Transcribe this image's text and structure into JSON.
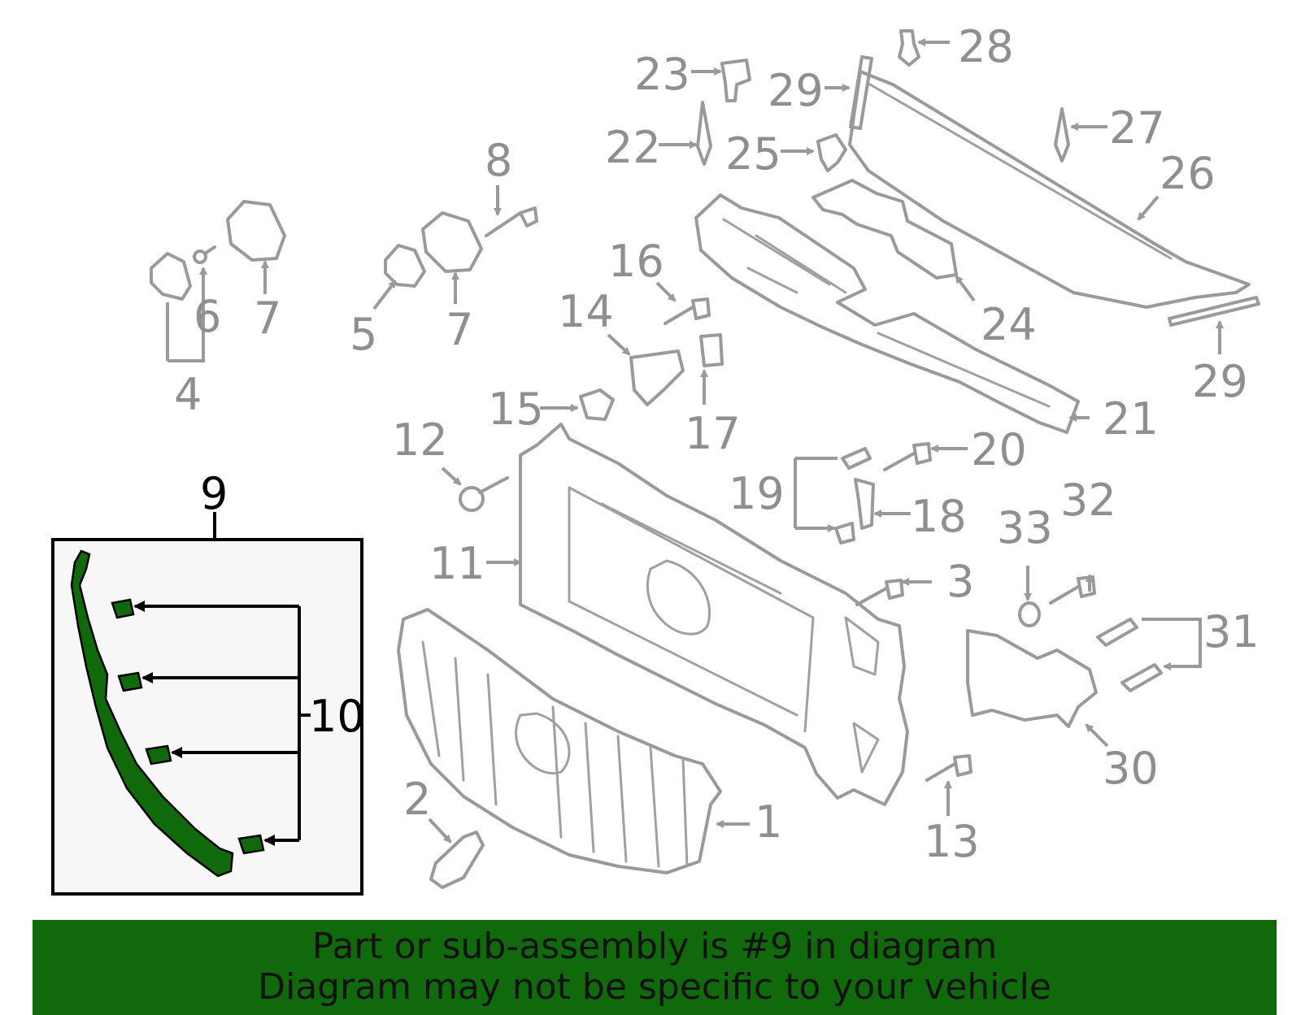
{
  "highlight_color": "#106a0b",
  "callouts": {
    "c1": "1",
    "c2": "2",
    "c3": "3",
    "c4": "4",
    "c5": "5",
    "c6": "6",
    "c7a": "7",
    "c7b": "7",
    "c8": "8",
    "c9": "9",
    "c10": "10",
    "c11": "11",
    "c12": "12",
    "c13": "13",
    "c14": "14",
    "c15": "15",
    "c16": "16",
    "c17": "17",
    "c18": "18",
    "c19": "19",
    "c20": "20",
    "c21": "21",
    "c22": "22",
    "c23": "23",
    "c24": "24",
    "c25": "25",
    "c26": "26",
    "c27": "27",
    "c28": "28",
    "c29a": "29",
    "c29b": "29",
    "c30": "30",
    "c31": "31",
    "c32": "32",
    "c33": "33"
  },
  "banner": {
    "line1": "Part or sub-assembly is #9 in diagram",
    "line2": "Diagram may not be specific to your vehicle"
  }
}
